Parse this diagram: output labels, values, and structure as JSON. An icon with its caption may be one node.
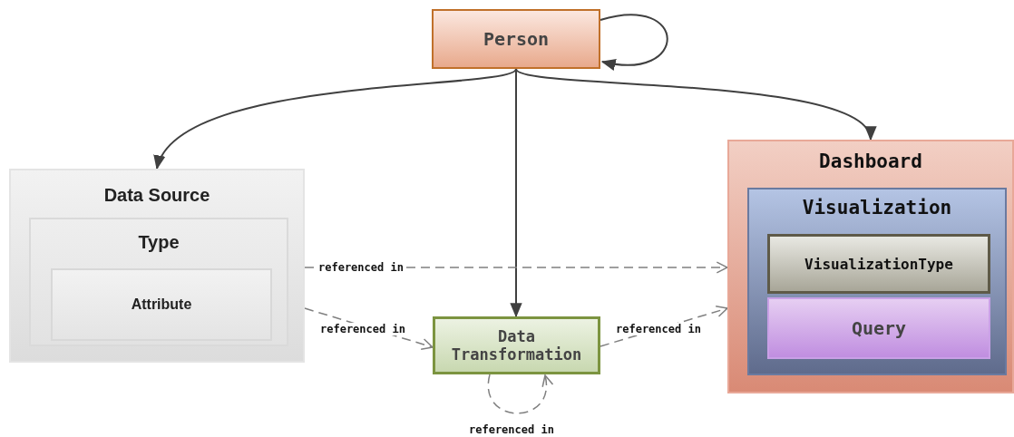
{
  "diagram": {
    "nodes": [
      {
        "text": [
          "Person"
        ]
      },
      {
        "text": [
          "Data Source"
        ]
      },
      {
        "text": [
          "Type"
        ],
        "in": 1
      },
      {
        "text": [
          "Attribute"
        ],
        "in": 2
      },
      {
        "text": [
          "Dashboard"
        ]
      },
      {
        "text": [
          "Visualization"
        ],
        "in": 4
      },
      {
        "text": [
          "VisualizationType"
        ],
        "in": 5
      },
      {
        "text": [
          "Query"
        ],
        "in": 5
      },
      {
        "text": [
          "Data Transformation"
        ]
      }
    ],
    "edges": [
      {
        "from": 0,
        "to": 0,
        "arrow": "to"
      },
      {
        "from": 0,
        "to": 1,
        "arrow": "to"
      },
      {
        "from": 0,
        "to": 4,
        "arrow": "to"
      },
      {
        "from": 0,
        "to": 8,
        "arrow": "to"
      },
      {
        "from": 1,
        "to": 4,
        "arrow": "to",
        "label": "referenced in",
        "style": "dashed",
        "color": "#808080"
      },
      {
        "from": 1,
        "to": 8,
        "arrow": "to",
        "label": "referenced in",
        "style": "dashed",
        "color": "#808080"
      },
      {
        "from": 8,
        "to": 4,
        "arrow": "to",
        "label": "referenced in",
        "style": "dashed",
        "color": "#808080"
      },
      {
        "from": 8,
        "to": 8,
        "arrow": "to",
        "label": "referenced in",
        "style": "dashed",
        "color": "#808080"
      }
    ]
  }
}
